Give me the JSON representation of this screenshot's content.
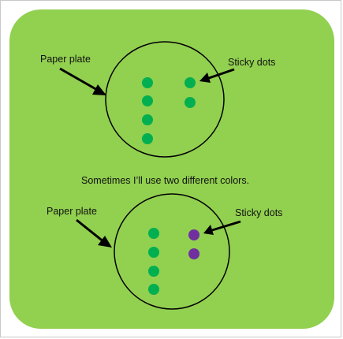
{
  "labels": {
    "top_plate": "Paper plate",
    "top_dots": "Sticky dots",
    "caption": "Sometimes I’ll use two different colors.",
    "bottom_plate": "Paper plate",
    "bottom_dots": "Sticky dots"
  },
  "colors": {
    "background": "#92d050",
    "dot_green": "#00b050",
    "dot_purple": "#7030a0",
    "outline": "#000000"
  },
  "diagrams": [
    {
      "left_column_dots": 4,
      "right_column_dots": 2,
      "right_column_color": "green"
    },
    {
      "left_column_dots": 4,
      "right_column_dots": 2,
      "right_column_color": "purple"
    }
  ]
}
